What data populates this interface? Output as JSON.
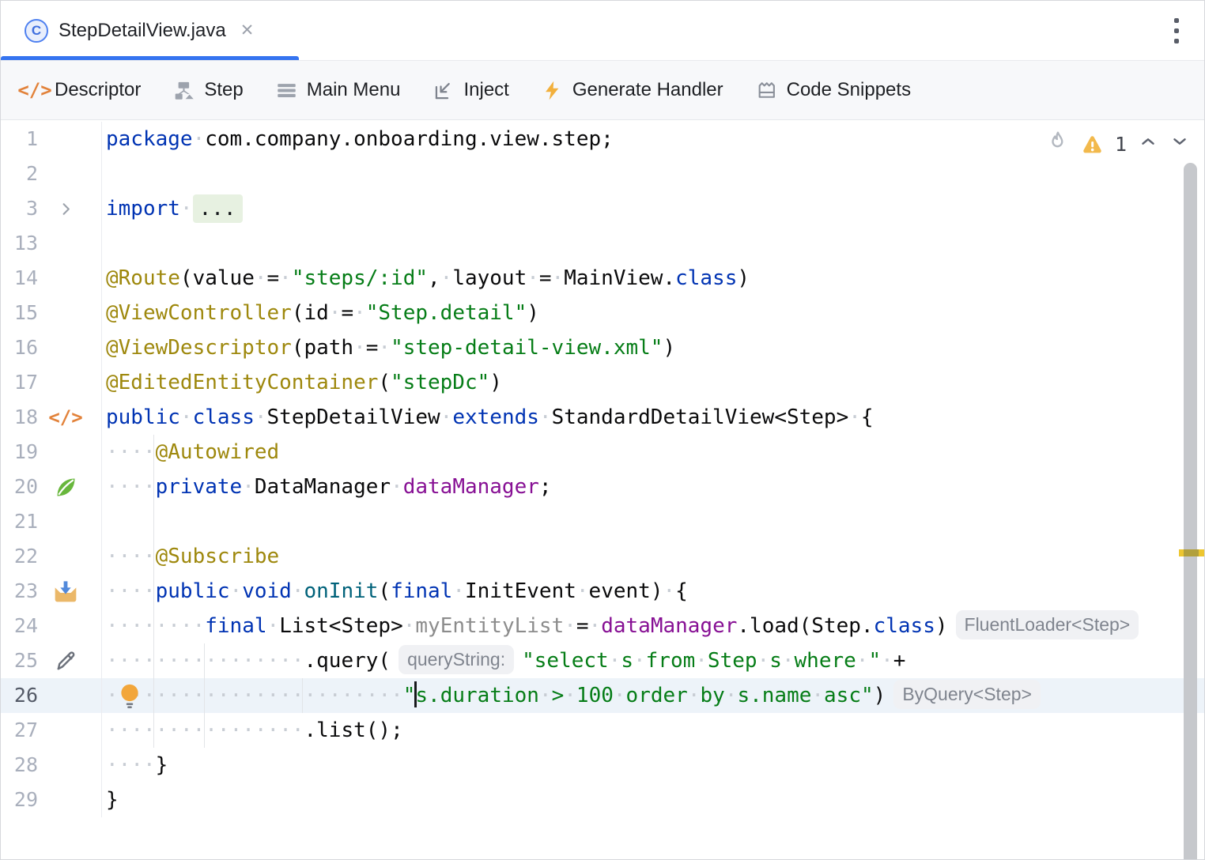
{
  "tab": {
    "title": "StepDetailView.java",
    "class_badge": "C",
    "close_icon": "✕"
  },
  "toolbar": {
    "items": [
      {
        "icon": "code-tags-icon",
        "label": "Descriptor"
      },
      {
        "icon": "structure-icon",
        "label": "Step"
      },
      {
        "icon": "hamburger-menu-icon",
        "label": "Main Menu"
      },
      {
        "icon": "inject-icon",
        "label": "Inject"
      },
      {
        "icon": "lightning-bolt-icon",
        "label": "Generate Handler"
      },
      {
        "icon": "code-snippets-icon",
        "label": "Code Snippets"
      }
    ]
  },
  "editor": {
    "analysis": {
      "warning_count": "1"
    },
    "current_line": "26",
    "syntax_colors": {
      "keyword": "#0033B3",
      "string": "#067D17",
      "annotation": "#9E880D",
      "field": "#871094",
      "method": "#00627A",
      "unused": "#8C8C8C",
      "plain": "#0A0A0B",
      "accent": "#3574F0",
      "caret_row": "#EDF3F9"
    },
    "lines": [
      {
        "num": "1",
        "tokens": [
          [
            "kw",
            "package"
          ],
          [
            "pl",
            " com.company.onboarding.view.step;"
          ]
        ]
      },
      {
        "num": "2",
        "tokens": []
      },
      {
        "num": "3",
        "gutter": "fold-chevron-icon",
        "tokens": [
          [
            "kw",
            "import"
          ],
          [
            "pl",
            " "
          ],
          [
            "fold",
            "..."
          ]
        ]
      },
      {
        "num": "13",
        "tokens": []
      },
      {
        "num": "14",
        "tokens": [
          [
            "ann",
            "@Route"
          ],
          [
            "pl",
            "(value = "
          ],
          [
            "str",
            "\"steps/:id\""
          ],
          [
            "pl",
            ", layout = MainView."
          ],
          [
            "kw",
            "class"
          ],
          [
            "pl",
            ")"
          ]
        ]
      },
      {
        "num": "15",
        "tokens": [
          [
            "ann",
            "@ViewController"
          ],
          [
            "pl",
            "(id = "
          ],
          [
            "str",
            "\"Step.detail\""
          ],
          [
            "pl",
            ")"
          ]
        ]
      },
      {
        "num": "16",
        "tokens": [
          [
            "ann",
            "@ViewDescriptor"
          ],
          [
            "pl",
            "(path = "
          ],
          [
            "str",
            "\"step-detail-view.xml\""
          ],
          [
            "pl",
            ")"
          ]
        ]
      },
      {
        "num": "17",
        "tokens": [
          [
            "ann",
            "@EditedEntityContainer"
          ],
          [
            "pl",
            "("
          ],
          [
            "str",
            "\"stepDc\""
          ],
          [
            "pl",
            ")"
          ]
        ]
      },
      {
        "num": "18",
        "gutter": "code-tags-icon",
        "tokens": [
          [
            "kw",
            "public class"
          ],
          [
            "pl",
            " StepDetailView "
          ],
          [
            "kw",
            "extends"
          ],
          [
            "pl",
            " StandardDetailView<Step> {"
          ]
        ]
      },
      {
        "num": "19",
        "tokens": [
          [
            "pl",
            "    "
          ],
          [
            "ann",
            "@Autowired"
          ]
        ]
      },
      {
        "num": "20",
        "gutter": "spring-bean-icon",
        "tokens": [
          [
            "pl",
            "    "
          ],
          [
            "kw",
            "private"
          ],
          [
            "pl",
            " DataManager "
          ],
          [
            "fld",
            "dataManager"
          ],
          [
            "pl",
            ";"
          ]
        ]
      },
      {
        "num": "21",
        "tokens": []
      },
      {
        "num": "22",
        "tokens": [
          [
            "pl",
            "    "
          ],
          [
            "ann",
            "@Subscribe"
          ]
        ]
      },
      {
        "num": "23",
        "gutter": "subscribe-event-icon",
        "tokens": [
          [
            "pl",
            "    "
          ],
          [
            "kw",
            "public void"
          ],
          [
            "pl",
            " "
          ],
          [
            "mth",
            "onInit"
          ],
          [
            "pl",
            "("
          ],
          [
            "kw",
            "final"
          ],
          [
            "pl",
            " InitEvent event) {"
          ]
        ]
      },
      {
        "num": "24",
        "tokens": [
          [
            "pl",
            "        "
          ],
          [
            "kw",
            "final"
          ],
          [
            "pl",
            " List<Step> "
          ],
          [
            "unused",
            "myEntityList"
          ],
          [
            "pl",
            " = "
          ],
          [
            "fld",
            "dataManager"
          ],
          [
            "pl",
            ".load(Step."
          ],
          [
            "kw",
            "class"
          ],
          [
            "pl",
            ")"
          ],
          [
            "hint",
            "FluentLoader<Step>"
          ]
        ]
      },
      {
        "num": "25",
        "gutter": "pencil-icon",
        "tokens": [
          [
            "pl",
            "                .query("
          ],
          [
            "hint",
            "queryString:"
          ],
          [
            "str",
            "\"select s from Step s where \""
          ],
          [
            "pl",
            " +"
          ]
        ]
      },
      {
        "num": "26",
        "current": true,
        "bulb": true,
        "tokens": [
          [
            "pl",
            "                        "
          ],
          [
            "str",
            "\""
          ],
          [
            "caret",
            ""
          ],
          [
            "str",
            "s.duration > 100 order by s.name asc\""
          ],
          [
            "pl",
            ")"
          ],
          [
            "hint",
            "ByQuery<Step>"
          ]
        ]
      },
      {
        "num": "27",
        "tokens": [
          [
            "pl",
            "                .list();"
          ]
        ]
      },
      {
        "num": "28",
        "tokens": [
          [
            "pl",
            "    }"
          ]
        ]
      },
      {
        "num": "29",
        "tokens": [
          [
            "pl",
            "}"
          ]
        ]
      }
    ]
  }
}
